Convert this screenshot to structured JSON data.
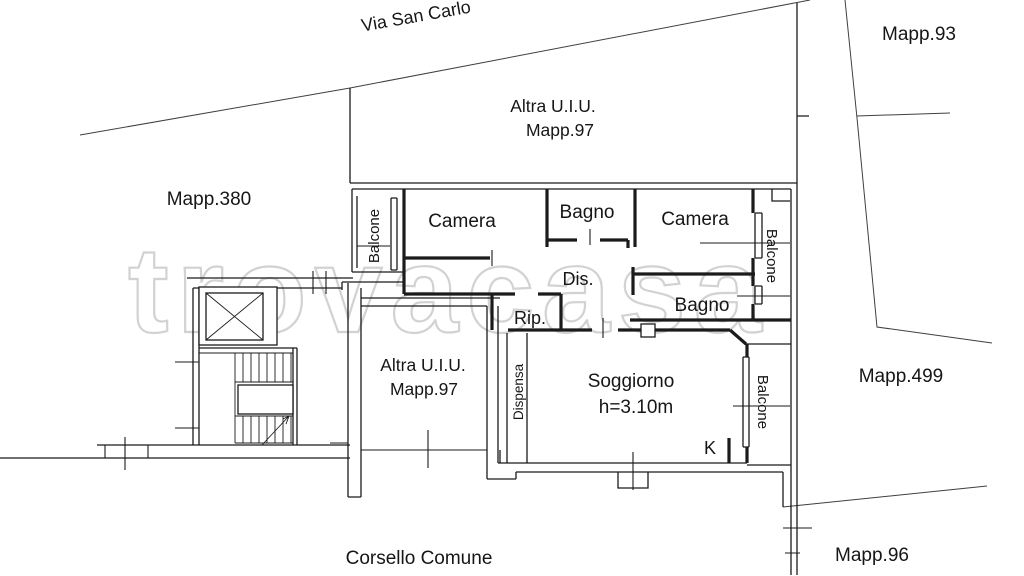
{
  "watermark": "trovacasa",
  "colors": {
    "background": "#ffffff",
    "wall_line": "#1b1b1b",
    "boundary_line": "#3f3f3f",
    "watermark_gray": "#d2d2d2",
    "text": "#161616"
  },
  "street": {
    "name": "Via San Carlo"
  },
  "parcels": {
    "top_right": "Mapp.93",
    "left": "Mapp.380",
    "right": "Mapp.499",
    "bottom_right": "Mapp.96"
  },
  "common_area": {
    "corridor": "Corsello Comune"
  },
  "other_unit_top": {
    "line1": "Altra U.I.U.",
    "line2": "Mapp.97"
  },
  "other_unit_lower": {
    "line1": "Altra U.I.U.",
    "line2": "Mapp.97"
  },
  "rooms": {
    "balcone_left": "Balcone",
    "camera_left": "Camera",
    "bagno_top": "Bagno",
    "camera_right": "Camera",
    "balcone_right": "Balcone",
    "disimpegno": "Dis.",
    "bagno_lower": "Bagno",
    "ripostiglio": "Rip.",
    "dispensa": "Dispensa",
    "soggiorno": "Soggiorno",
    "soggiorno_height": "h=3.10m",
    "kitchen": "K",
    "balcone_bottom": "Balcone"
  }
}
